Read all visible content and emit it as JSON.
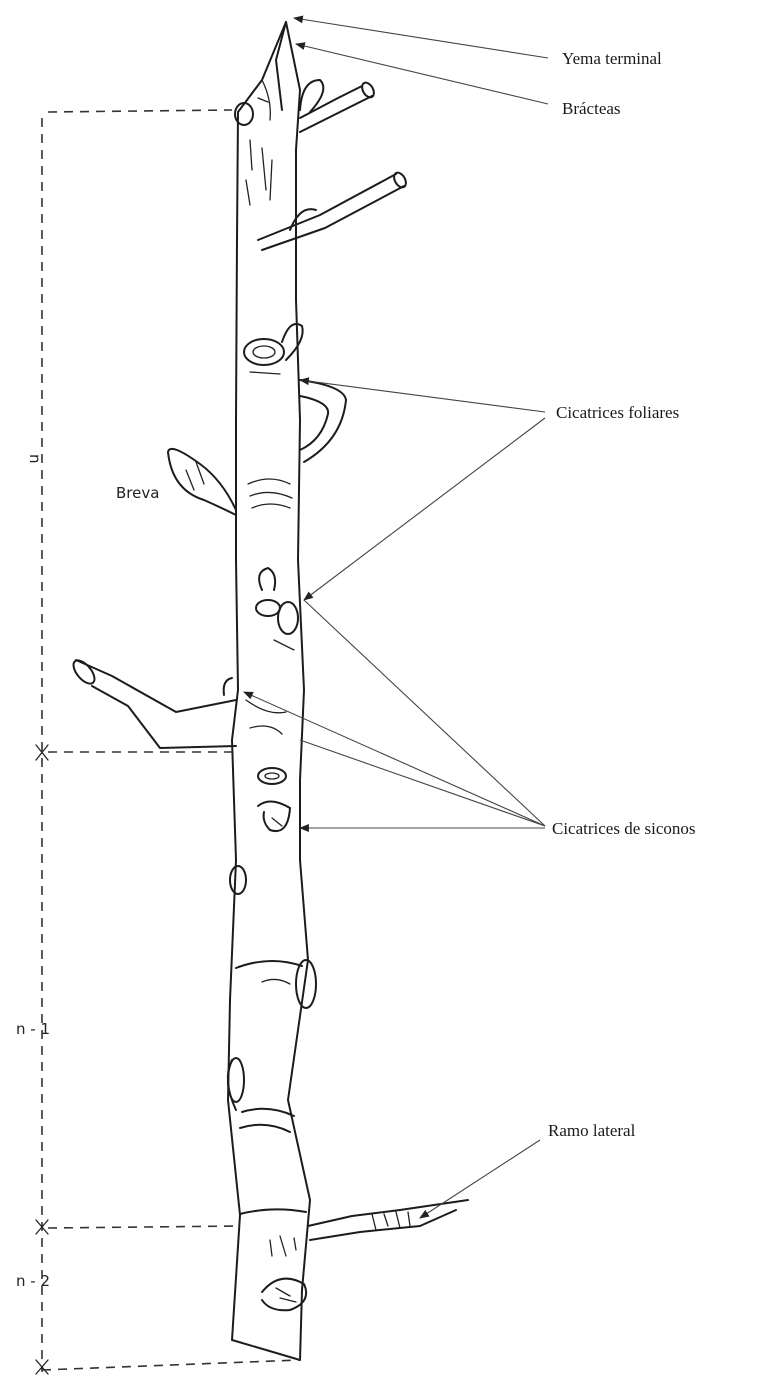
{
  "labels": {
    "terminal_bud": "Yema terminal",
    "bracts": "Brácteas",
    "leaf_scars": "Cicatrices foliares",
    "breba": "Breva",
    "syconium_scars": "Cicatrices de siconos",
    "lateral_branch": "Ramo lateral"
  },
  "segments": {
    "current": "n",
    "previous": "n - 1",
    "older": "n - 2"
  }
}
